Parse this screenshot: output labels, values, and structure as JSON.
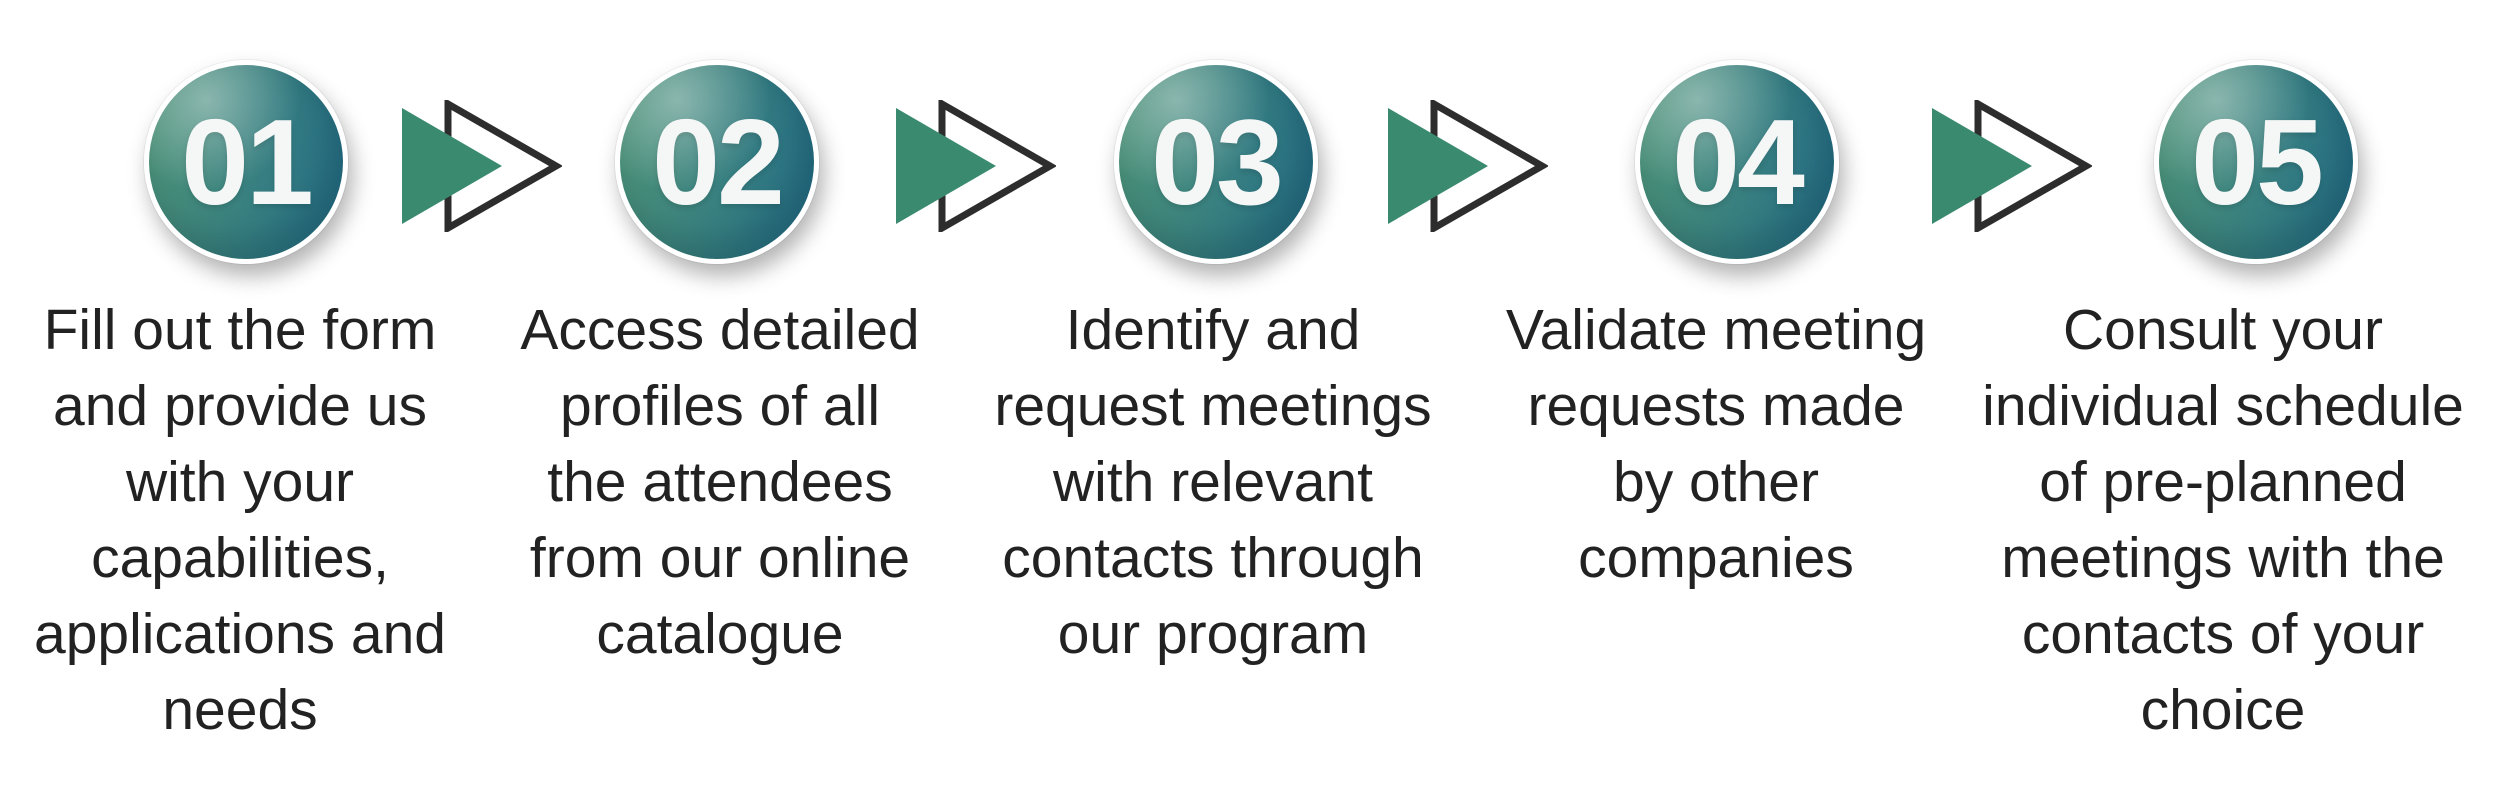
{
  "page": {
    "background": "#ffffff",
    "description": "Five-step event participation process infographic"
  },
  "colors": {
    "circle_gradient_start": "#4e9478",
    "circle_gradient_end": "#256e87",
    "arrow_fill": "#3a8a70",
    "arrow_outline": "#2d2d2d",
    "number_color": "#f5f7f6",
    "text_color": "#222222",
    "background": "#ffffff"
  },
  "steps": [
    {
      "number": "01",
      "description_lines": [
        "Fill out the form",
        "and provide us",
        "with your",
        "capabilities,",
        "applications and",
        "needs"
      ]
    },
    {
      "number": "02",
      "description_lines": [
        "Access detailed",
        "profiles of all",
        "the attendees",
        "from our online",
        "catalogue"
      ]
    },
    {
      "number": "03",
      "description_lines": [
        "Identify and",
        "request meetings",
        "with relevant",
        "contacts through",
        "our program"
      ]
    },
    {
      "number": "04",
      "description_lines": [
        "Validate meeting",
        "requests made",
        "by other",
        "companies"
      ]
    },
    {
      "number": "05",
      "description_lines": [
        "Consult your",
        "individual schedule",
        "of pre-planned",
        "meetings with the",
        "contacts of your",
        "choice"
      ]
    }
  ],
  "icons": {
    "arrow_icon_name": "double-chevron-right"
  }
}
